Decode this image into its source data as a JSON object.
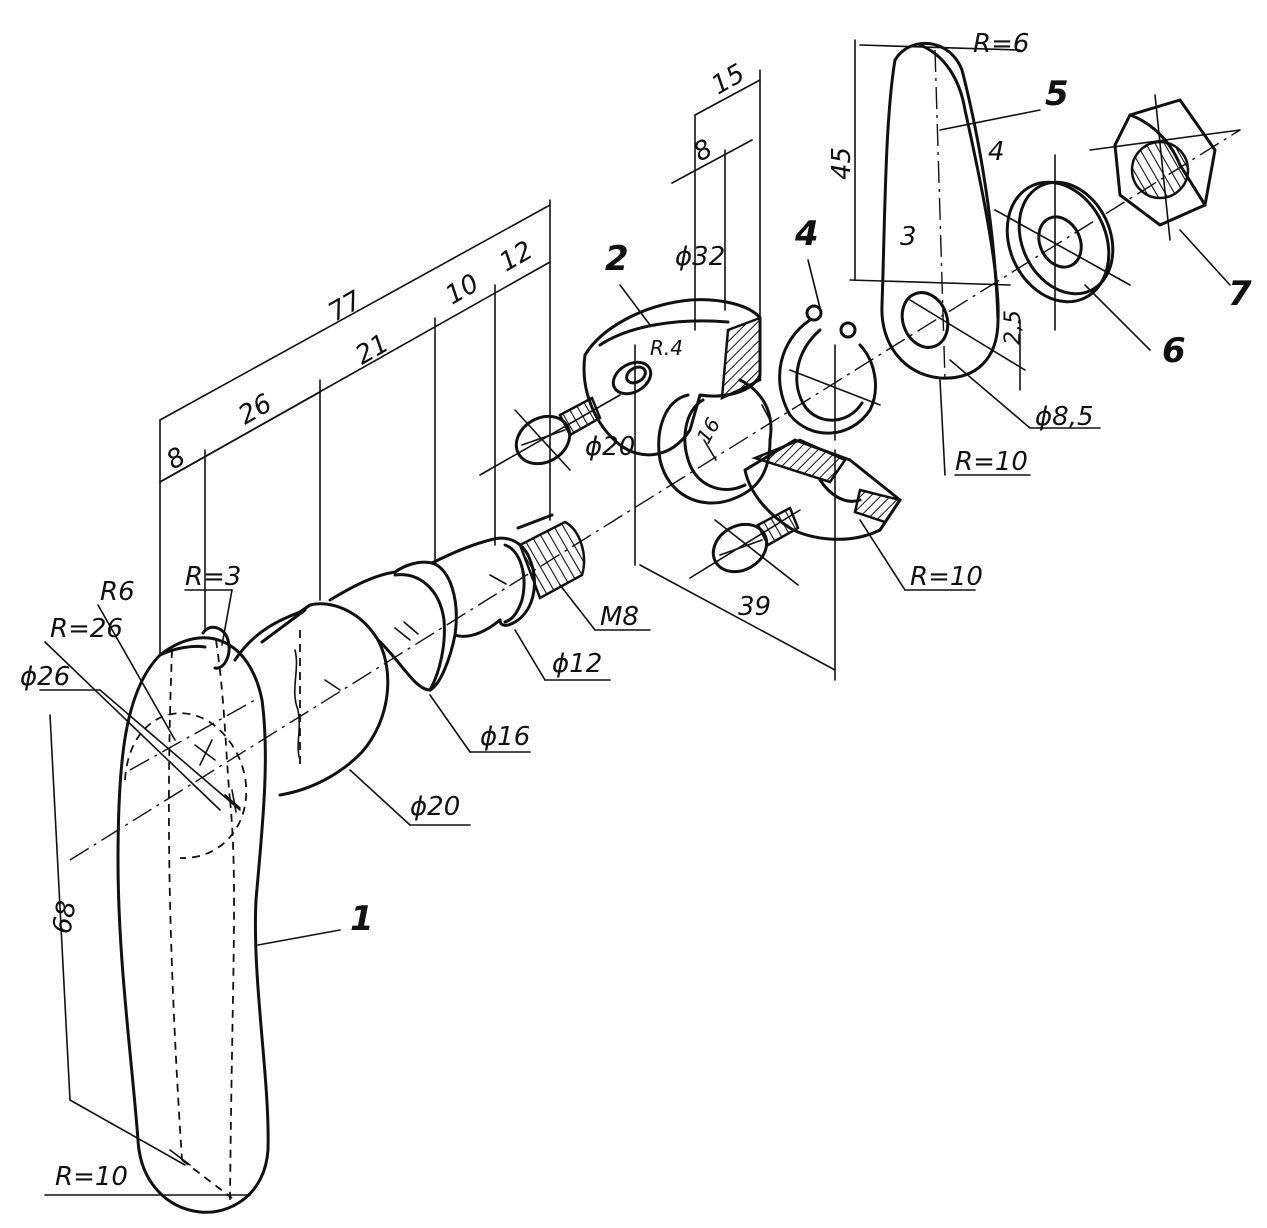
{
  "diagram": {
    "part_numbers": [
      "1",
      "2",
      "4",
      "5",
      "6",
      "7"
    ],
    "dimensions": {
      "total_length": "77",
      "len_21": "21",
      "len_10": "10",
      "len_12": "12",
      "len_8": "8",
      "len_26": "26",
      "handle_height": "68",
      "r_10_handle": "R=10",
      "r6": "R6",
      "r3": "R=3",
      "r26": "R=26",
      "d26": "ϕ26",
      "d20_shaft": "ϕ20",
      "d16": "ϕ16",
      "d12": "ϕ12",
      "m8": "M8",
      "bracket_15": "15",
      "bracket_8": "8",
      "d32": "ϕ32",
      "r4": "R.4",
      "d20_bracket": "ϕ20",
      "w16": "16",
      "w39": "39",
      "r10_bracket": "R=10",
      "lever_r6": "R=6",
      "lever_45": "45",
      "lever_4": "4",
      "lever_3": "3",
      "lever_25": "2,5",
      "d85": "ϕ8,5",
      "lever_r10": "R=10"
    }
  }
}
